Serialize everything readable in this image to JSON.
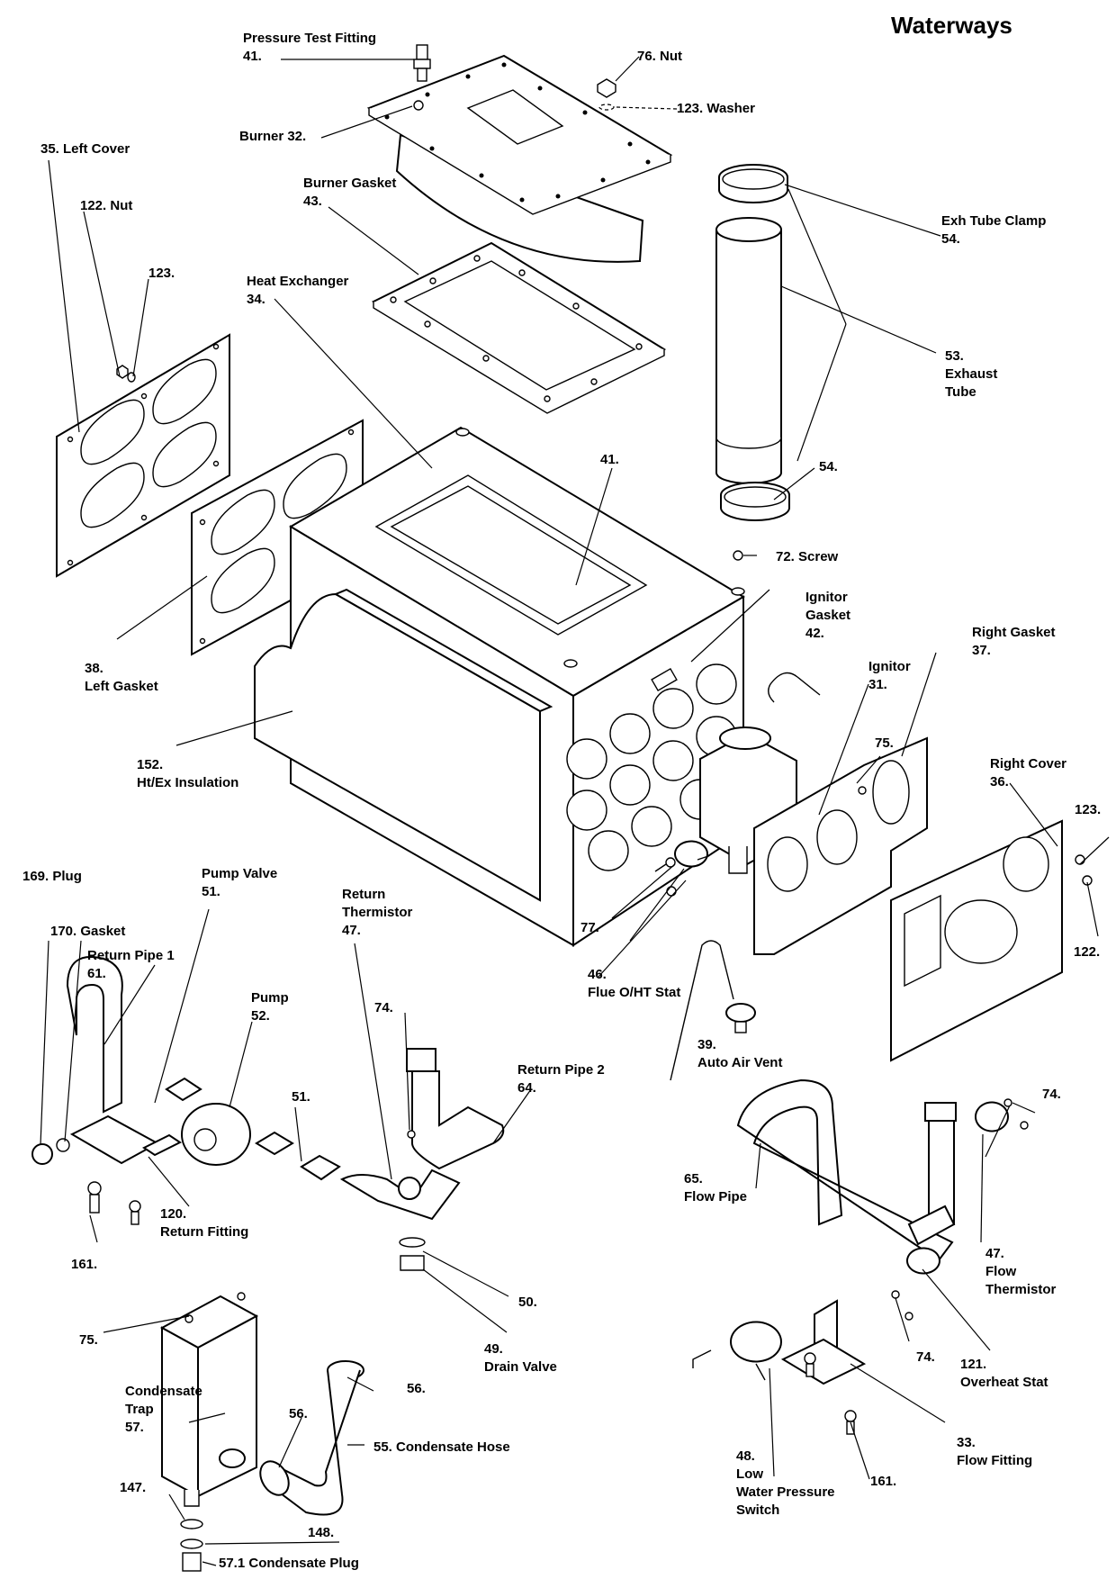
{
  "title": "Waterways",
  "labels": {
    "l41a": [
      "Pressure Test Fitting",
      "41."
    ],
    "l76": [
      "76. Nut"
    ],
    "l123w": [
      "123. Washer"
    ],
    "l32": [
      "Burner  32."
    ],
    "l35": [
      "35. Left Cover"
    ],
    "l122a": [
      "122. Nut"
    ],
    "l123a": [
      "123."
    ],
    "l43": [
      "Burner Gasket",
      "43."
    ],
    "l34": [
      "Heat Exchanger",
      "34."
    ],
    "l54a": [
      "Exh Tube Clamp",
      "54."
    ],
    "l53": [
      "53.",
      "Exhaust",
      "Tube"
    ],
    "l54b": [
      "54."
    ],
    "l41b": [
      "41."
    ],
    "l72": [
      "72. Screw"
    ],
    "l42": [
      "Ignitor",
      "Gasket",
      "42."
    ],
    "l37": [
      "Right Gasket",
      "37."
    ],
    "l31": [
      "Ignitor",
      "31."
    ],
    "l38": [
      "38.",
      "Left Gasket"
    ],
    "l75a": [
      "75."
    ],
    "l152": [
      "152.",
      "Ht/Ex Insulation"
    ],
    "l36": [
      "Right Cover",
      "36."
    ],
    "l123b": [
      "123."
    ],
    "l169": [
      "169. Plug"
    ],
    "l51a": [
      "Pump Valve",
      "51."
    ],
    "l47a": [
      "Return",
      "Thermistor",
      "47."
    ],
    "l170": [
      "170. Gasket"
    ],
    "l61": [
      "Return Pipe 1",
      "61."
    ],
    "l77": [
      "77."
    ],
    "l122b": [
      "122."
    ],
    "l46": [
      "46.",
      "Flue O/HT Stat"
    ],
    "l52": [
      "Pump",
      "52."
    ],
    "l74a": [
      "74."
    ],
    "l39": [
      "39.",
      "Auto Air Vent"
    ],
    "l64": [
      "Return Pipe 2",
      "64."
    ],
    "l51b": [
      "51."
    ],
    "l74b": [
      "74."
    ],
    "l65": [
      "65.",
      "Flow Pipe"
    ],
    "l120": [
      "120.",
      "Return Fitting"
    ],
    "l161a": [
      "161."
    ],
    "l47b": [
      "47.",
      "Flow",
      "Thermistor"
    ],
    "l50": [
      "50."
    ],
    "l75b": [
      "75."
    ],
    "l49": [
      "49.",
      "Drain Valve"
    ],
    "l74c": [
      "74."
    ],
    "l121": [
      "121.",
      "Overheat Stat"
    ],
    "l56a": [
      "56."
    ],
    "l57": [
      "Condensate",
      "Trap",
      "57."
    ],
    "l56b": [
      "56."
    ],
    "l55": [
      "55. Condensate Hose"
    ],
    "l33": [
      "33.",
      "Flow Fitting"
    ],
    "l48": [
      "48.",
      "Low",
      "Water Pressure",
      "Switch"
    ],
    "l161b": [
      "161."
    ],
    "l147": [
      "147."
    ],
    "l148": [
      "148."
    ],
    "l571": [
      "57.1 Condensate Plug"
    ]
  }
}
